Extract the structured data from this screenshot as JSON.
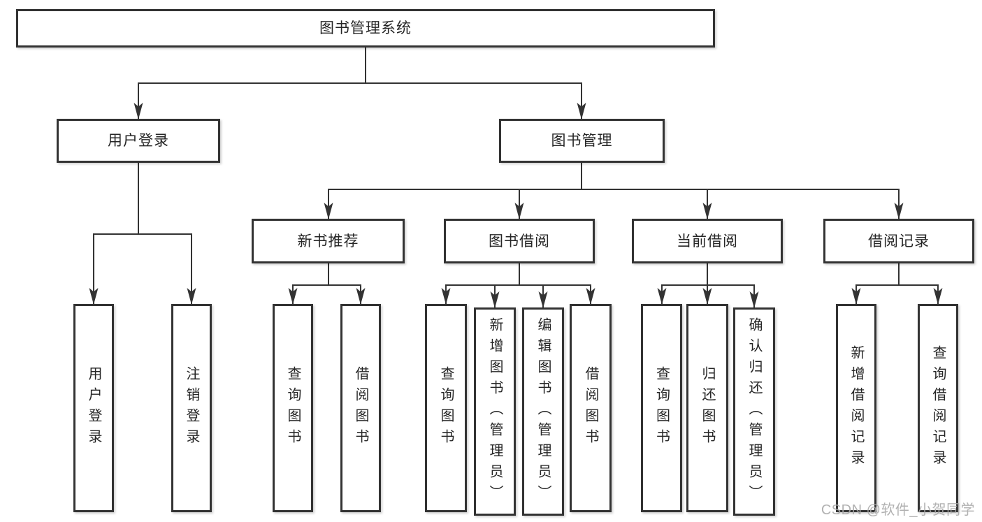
{
  "diagram": {
    "root": {
      "label": "图书管理系统"
    },
    "level2": [
      {
        "label": "用户登录",
        "children": [
          {
            "label": "用户登录"
          },
          {
            "label": "注销登录"
          }
        ]
      },
      {
        "label": "图书管理",
        "children": [
          {
            "label": "新书推荐",
            "children": [
              {
                "label": "查询图书"
              },
              {
                "label": "借阅图书"
              }
            ]
          },
          {
            "label": "图书借阅",
            "children": [
              {
                "label": "查询图书"
              },
              {
                "label": "新增图书（管理员）"
              },
              {
                "label": "编辑图书（管理员）"
              },
              {
                "label": "借阅图书"
              }
            ]
          },
          {
            "label": "当前借阅",
            "children": [
              {
                "label": "查询图书"
              },
              {
                "label": "归还图书"
              },
              {
                "label": "确认归还（管理员）"
              }
            ]
          },
          {
            "label": "借阅记录",
            "children": [
              {
                "label": "新增借阅记录"
              },
              {
                "label": "查询借阅记录"
              }
            ]
          }
        ]
      }
    ]
  },
  "watermark": {
    "text": "CSDN @软件_小贺同学"
  },
  "colors": {
    "line": "#333333",
    "box_border": "#333333",
    "box_fill": "#ffffff",
    "text": "#262626",
    "watermark": "#a8a8a8",
    "background": "#ffffff"
  }
}
